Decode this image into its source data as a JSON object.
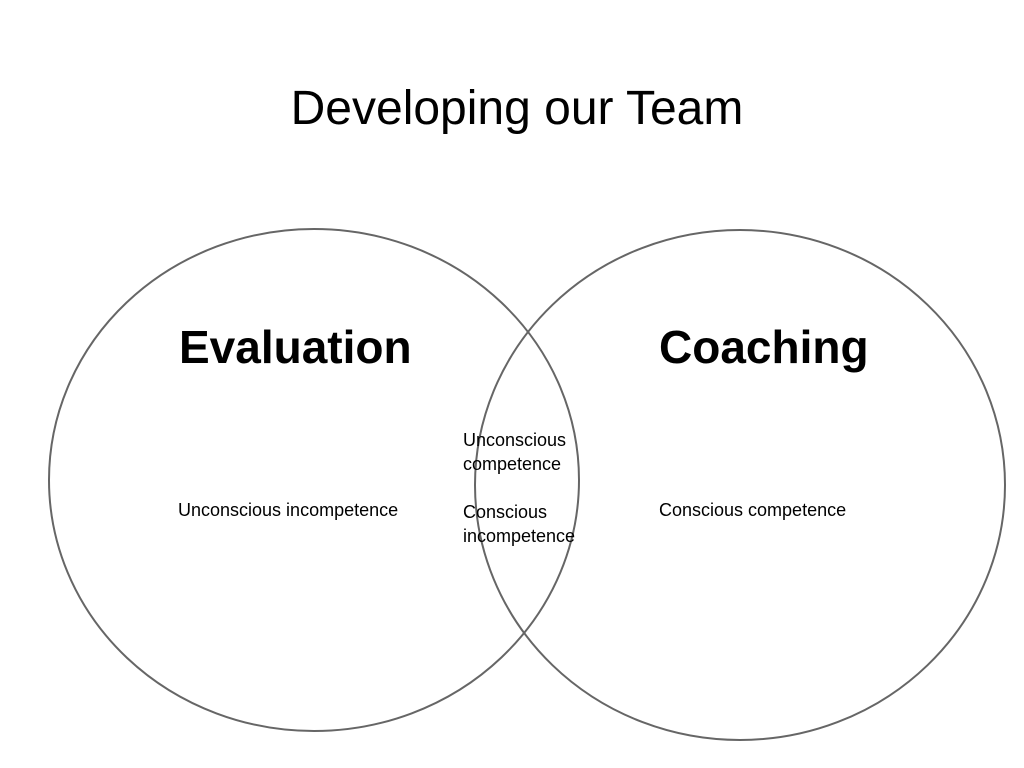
{
  "slide": {
    "title": "Developing our Team",
    "left_circle": {
      "heading": "Evaluation",
      "text": "Unconscious incompetence"
    },
    "right_circle": {
      "heading": "Coaching",
      "text": "Conscious competence"
    },
    "overlap": {
      "line1": "Unconscious",
      "line2": "competence",
      "line3": "Conscious",
      "line4": "incompetence"
    },
    "colors": {
      "circle_stroke": "#666666",
      "text": "#000000",
      "background": "#ffffff"
    }
  }
}
